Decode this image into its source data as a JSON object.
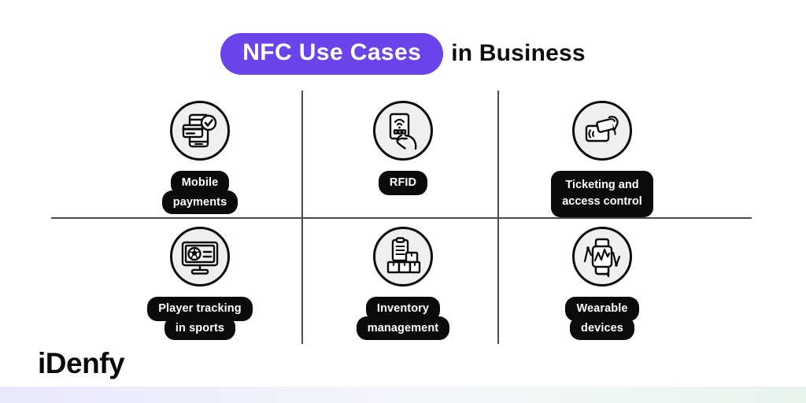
{
  "title": {
    "badge_text": "NFC Use Cases",
    "rest_text": "in Business",
    "badge_color": "#6A43EA",
    "text_color": "#0d0d0d"
  },
  "brand": {
    "logo_text": "iDenfy"
  },
  "grid": {
    "columns": 3,
    "rows": 2,
    "cells": [
      {
        "id": "mobile-payments",
        "icon": "mobile-payment-card-check-icon",
        "label_lines": [
          "Mobile",
          "payments"
        ],
        "label_style": "blob"
      },
      {
        "id": "rfid",
        "icon": "hand-holding-rfid-reader-icon",
        "label_lines": [
          "RFID"
        ],
        "label_style": "blob"
      },
      {
        "id": "ticketing-and-access-control",
        "icon": "hand-tapping-nfc-ticket-icon",
        "label_lines": [
          "Ticketing and",
          "access control"
        ],
        "label_style": "rect"
      },
      {
        "id": "player-tracking-in-sports",
        "icon": "monitor-soccer-ball-icon",
        "label_lines": [
          "Player tracking",
          "in sports"
        ],
        "label_style": "blob"
      },
      {
        "id": "inventory-management",
        "icon": "clipboard-boxes-icon",
        "label_lines": [
          "Inventory",
          "management"
        ],
        "label_style": "blob"
      },
      {
        "id": "wearable-devices",
        "icon": "smartwatch-heartbeat-icon",
        "label_lines": [
          "Wearable",
          "devices"
        ],
        "label_style": "blob"
      }
    ]
  },
  "colors": {
    "background": "#ffffff",
    "icon_circle_fill": "#efefef",
    "icon_stroke": "#0b0b0b",
    "label_background": "#0b0b0b",
    "label_text": "#ffffff",
    "divider": "#4a4a52"
  }
}
